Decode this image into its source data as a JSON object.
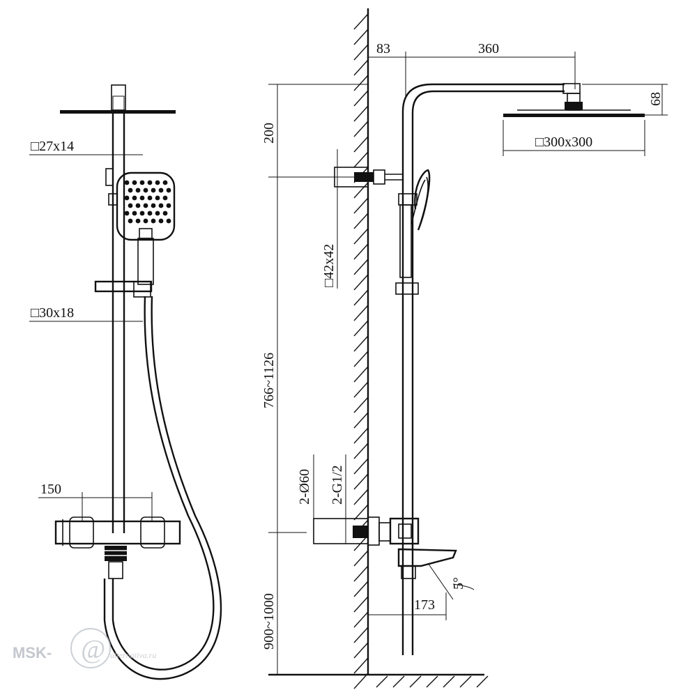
{
  "dimensions": {
    "pipe_left": "□27x14",
    "holder": "□30x18",
    "spacing_150": "150",
    "offset_83": "83",
    "arm_360": "360",
    "head_size": "□300x300",
    "head_68": "68",
    "drop_200": "200",
    "bracket": "□42x42",
    "adjust_range": "766~1126",
    "flange": "2-Ø60",
    "thread": "2-G1/2",
    "height_floor": "900~1000",
    "spout_173": "173",
    "angle": "5°"
  },
  "watermark": {
    "brand": "MSK-",
    "site": "alternativa.ru"
  }
}
